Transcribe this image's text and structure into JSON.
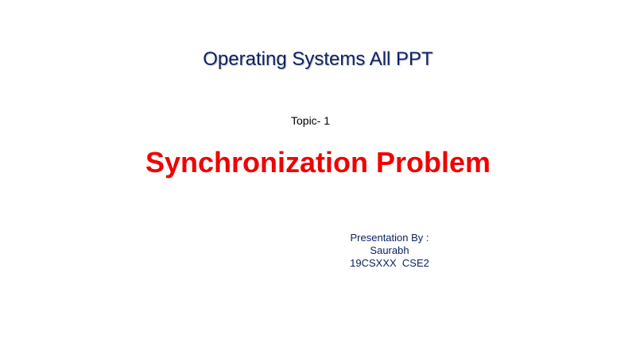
{
  "slide": {
    "title": "Operating Systems All PPT",
    "topic": "Topic- 1",
    "heading": "Synchronization Problem",
    "presenter": {
      "label": "Presentation By :",
      "name": "Saurabh",
      "id": "19CSXXX  CSE2"
    }
  },
  "colors": {
    "title": "#0d2263",
    "heading": "#f00000",
    "background": "#ffffff"
  }
}
